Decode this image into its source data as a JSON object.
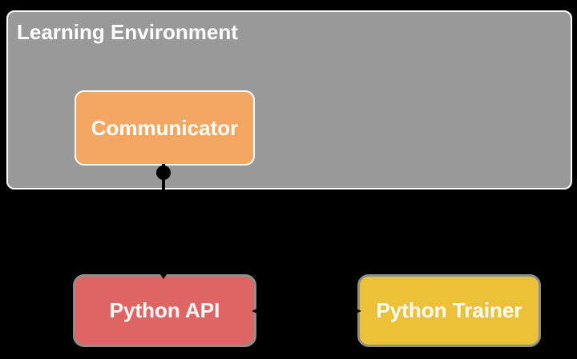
{
  "diagram": {
    "background_color": "#000000",
    "container": {
      "label": "Learning Environment",
      "fill": "#999999",
      "border_color": "#ffffff",
      "text_color": "#ffffff"
    },
    "nodes": [
      {
        "id": "communicator",
        "label": "Communicator",
        "fill": "#f3a763",
        "border_color": "#ffffff",
        "text_color": "#ffffff",
        "parent": "Learning Environment"
      },
      {
        "id": "python-api",
        "label": "Python API",
        "fill": "#df6464",
        "border_color": "#8e8e8e",
        "text_color": "#ffffff",
        "parent": null
      },
      {
        "id": "python-trainer",
        "label": "Python Trainer",
        "fill": "#ebc237",
        "border_color": "#8e8e8e",
        "text_color": "#ffffff",
        "parent": null
      }
    ],
    "connectors": [
      {
        "from": "communicator",
        "to": "python-api",
        "shape": "vertical line, filled circle at communicator end, arrowhead at python-api end",
        "color": "#000000"
      },
      {
        "from": "python-api",
        "to": "python-trainer",
        "shape": "horizontal double-headed arrow",
        "color": "#000000"
      }
    ]
  }
}
